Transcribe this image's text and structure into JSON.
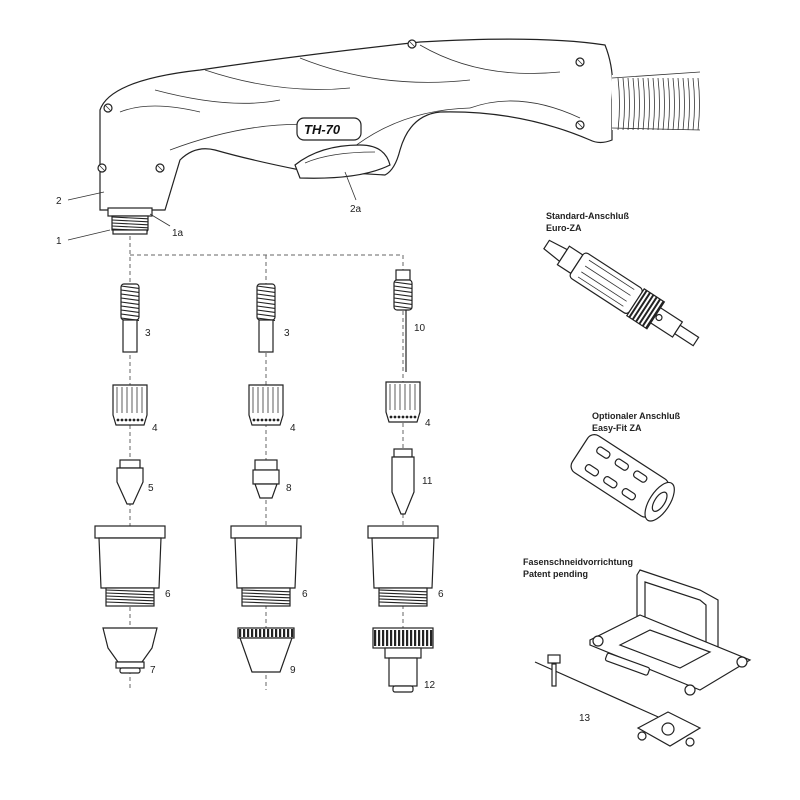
{
  "torch": {
    "model": "TH-70"
  },
  "callouts": {
    "c1": "1",
    "c1a": "1a",
    "c2": "2",
    "c2a": "2a",
    "col1_3": "3",
    "col2_3": "3",
    "col3_10": "10",
    "col1_4": "4",
    "col2_4": "4",
    "col3_4": "4",
    "col1_5": "5",
    "col2_8": "8",
    "col3_11": "11",
    "col1_6": "6",
    "col2_6": "6",
    "col3_6": "6",
    "col1_7": "7",
    "col2_9": "9",
    "col3_12": "12",
    "c13": "13"
  },
  "connectors": {
    "standard": {
      "line1": "Standard-Anschluß",
      "line2": "Euro-ZA"
    },
    "optional": {
      "line1": "Optionaler Anschluß",
      "line2": "Easy-Fit ZA"
    }
  },
  "bevel_device": {
    "line1": "Fasenschneidvorrichtung",
    "line2": "Patent pending"
  }
}
